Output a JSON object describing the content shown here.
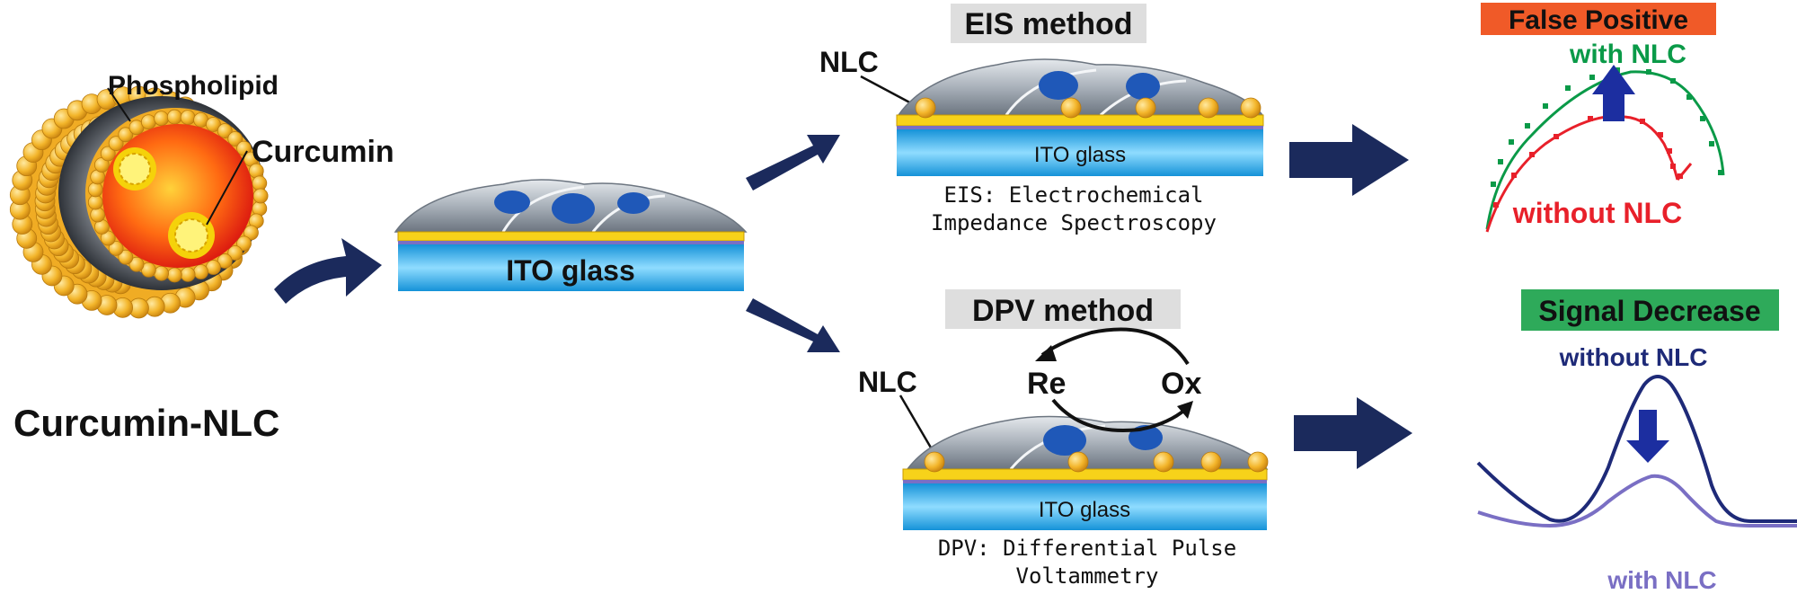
{
  "particle": {
    "phospholipid_label": "Phospholipid",
    "curcumin_label": "Curcumin",
    "name": "Curcumin-NLC"
  },
  "cell_substrate": {
    "ito_label": "ITO glass"
  },
  "eis": {
    "title": "EIS method",
    "nlc_label": "NLC",
    "ito_label": "ITO glass",
    "caption_line1": "EIS: Electrochemical",
    "caption_line2": "Impedance Spectroscopy"
  },
  "dpv": {
    "title": "DPV method",
    "nlc_label": "NLC",
    "re_label": "Re",
    "ox_label": "Ox",
    "ito_label": "ITO glass",
    "caption_line1": "DPV: Differential Pulse",
    "caption_line2": "Voltammetry"
  },
  "false_positive": {
    "banner": "False Positive",
    "with_label": "with NLC",
    "without_label": "without NLC",
    "banner_color": "#f05a28",
    "with_color": "#0a9a48",
    "without_color": "#e8202a"
  },
  "signal_decrease": {
    "banner": "Signal Decrease",
    "without_label": "without NLC",
    "with_label": "with NLC",
    "banner_color": "#2eaa5a",
    "without_color": "#1e2a78",
    "with_color": "#7a6fc4"
  },
  "colors": {
    "arrow": "#1b2a5c",
    "ito_blue": "#2aa9e8",
    "gold_layer": "#f2c21a",
    "cell_gray": "#9aa3ad",
    "nucleus": "#1f58b8",
    "nlc_gold": "#e3a21a"
  }
}
